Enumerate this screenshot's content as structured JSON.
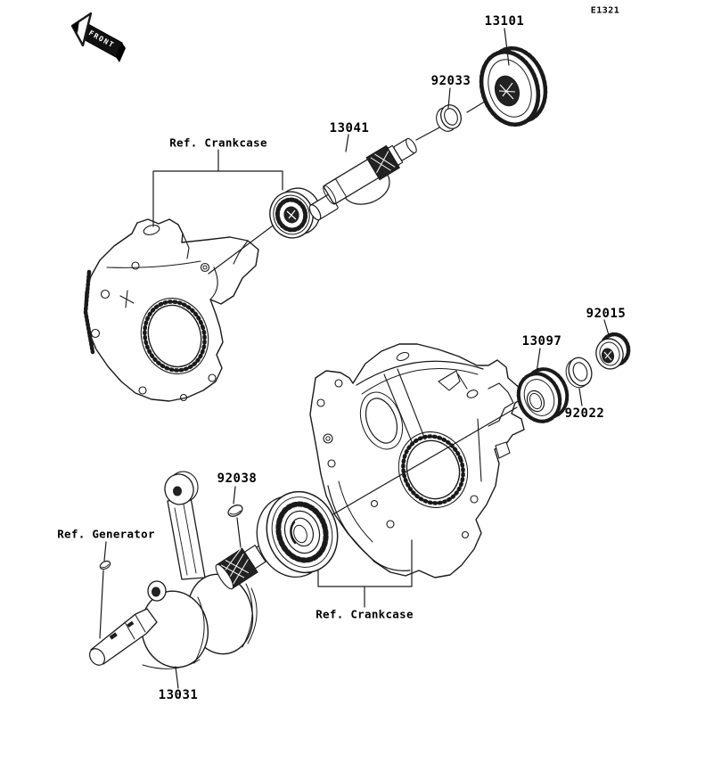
{
  "meta": {
    "page_code": "E1321"
  },
  "front_arrow": {
    "label": "FRONT"
  },
  "parts": {
    "gear_13101": "13101",
    "washer_92033": "92033",
    "balancer_shaft_13041": "13041",
    "bearing_92015": "92015",
    "gear_13097": "13097",
    "washer_92022": "92022",
    "key_92038": "92038",
    "crankshaft_13031": "13031"
  },
  "references": {
    "crankcase_top": "Ref. Crankcase",
    "crankcase_bottom": "Ref. Crankcase",
    "generator": "Ref. Generator"
  },
  "colors": {
    "ink": "#1a1a1a",
    "background": "#ffffff"
  }
}
